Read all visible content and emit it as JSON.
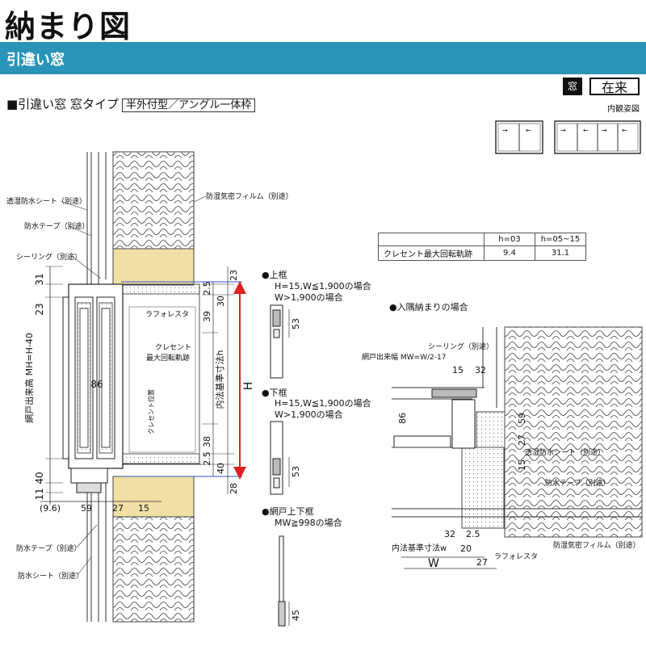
{
  "title": "納まり図",
  "section_band": "引違い窓",
  "spec": {
    "label": "■引違い窓 窓タイプ",
    "frame": "半外付型／アングル一体枠"
  },
  "tags": {
    "category": "窓",
    "type": "在来",
    "view_label": "内観姿図"
  },
  "table": {
    "headers": [
      "",
      "h=03",
      "h=05~15"
    ],
    "rows": [
      [
        "クレセント最大回転軌跡",
        "9.4",
        "31.1"
      ]
    ]
  },
  "labels": {
    "tousitsu_sheet": "透湿防水シート（別途）",
    "bousui_tape": "防水テープ（別途）",
    "sealing": "シーリング（別途）",
    "boushitsu_film": "防湿気密フィルム（別途）",
    "laforesta": "ラフォレスタ",
    "crescent_locus": "クレセント\n最大回転軌跡",
    "crescent_pos": "クレセント位置",
    "amido_mh": "網戸出来高 MH=H-40",
    "naihou_h": "内法基準寸法h",
    "H": "H",
    "bousui_tape2": "防水テープ（別途）",
    "bousui_sheet": "防水シート（別途）"
  },
  "sections": {
    "top_frame": {
      "title": "●上框",
      "line1": "H=15,W≦1,900の場合",
      "line2": "W>1,900の場合",
      "dim": "53"
    },
    "bottom_frame": {
      "title": "●下框",
      "line1": "H=15,W≦1,900の場合",
      "line2": "W>1,900の場合",
      "dim": "53"
    },
    "screen_frame": {
      "title": "●網戸上下框",
      "line1": "MW≧998の場合",
      "dim": "45"
    },
    "corner": {
      "title": "●入隅納まりの場合",
      "sealing": "シーリング（別途）",
      "amido_mw": "網戸出来幅 MW=W/2-17",
      "tousitsu": "透湿防水シート（別途）",
      "tape": "防水テープ（別途）",
      "film": "防湿気密フィルム（別途）",
      "laforesta": "ラフォレスタ",
      "naihou_w": "内法基準寸法w",
      "W": "W"
    }
  },
  "dims": {
    "left_31": "31",
    "left_23": "23",
    "left_86": "86",
    "left_11": "11",
    "left_40": "40",
    "bot_96": "(9.6)",
    "bot_59": "59",
    "bot_27": "27",
    "bot_15": "15",
    "r_23": "23",
    "r_2_5a": "2.5",
    "r_30": "30",
    "r_39": "39",
    "r_38": "38",
    "r_2_5b": "2.5",
    "r_40": "40",
    "r_28": "28",
    "c_15": "15",
    "c_32": "32",
    "c_86": "86",
    "c_59": "59",
    "c_27": "27",
    "c_15b": "15",
    "c_32b": "32",
    "c_2_5": "2.5",
    "c_20": "20",
    "c_27b": "27"
  }
}
